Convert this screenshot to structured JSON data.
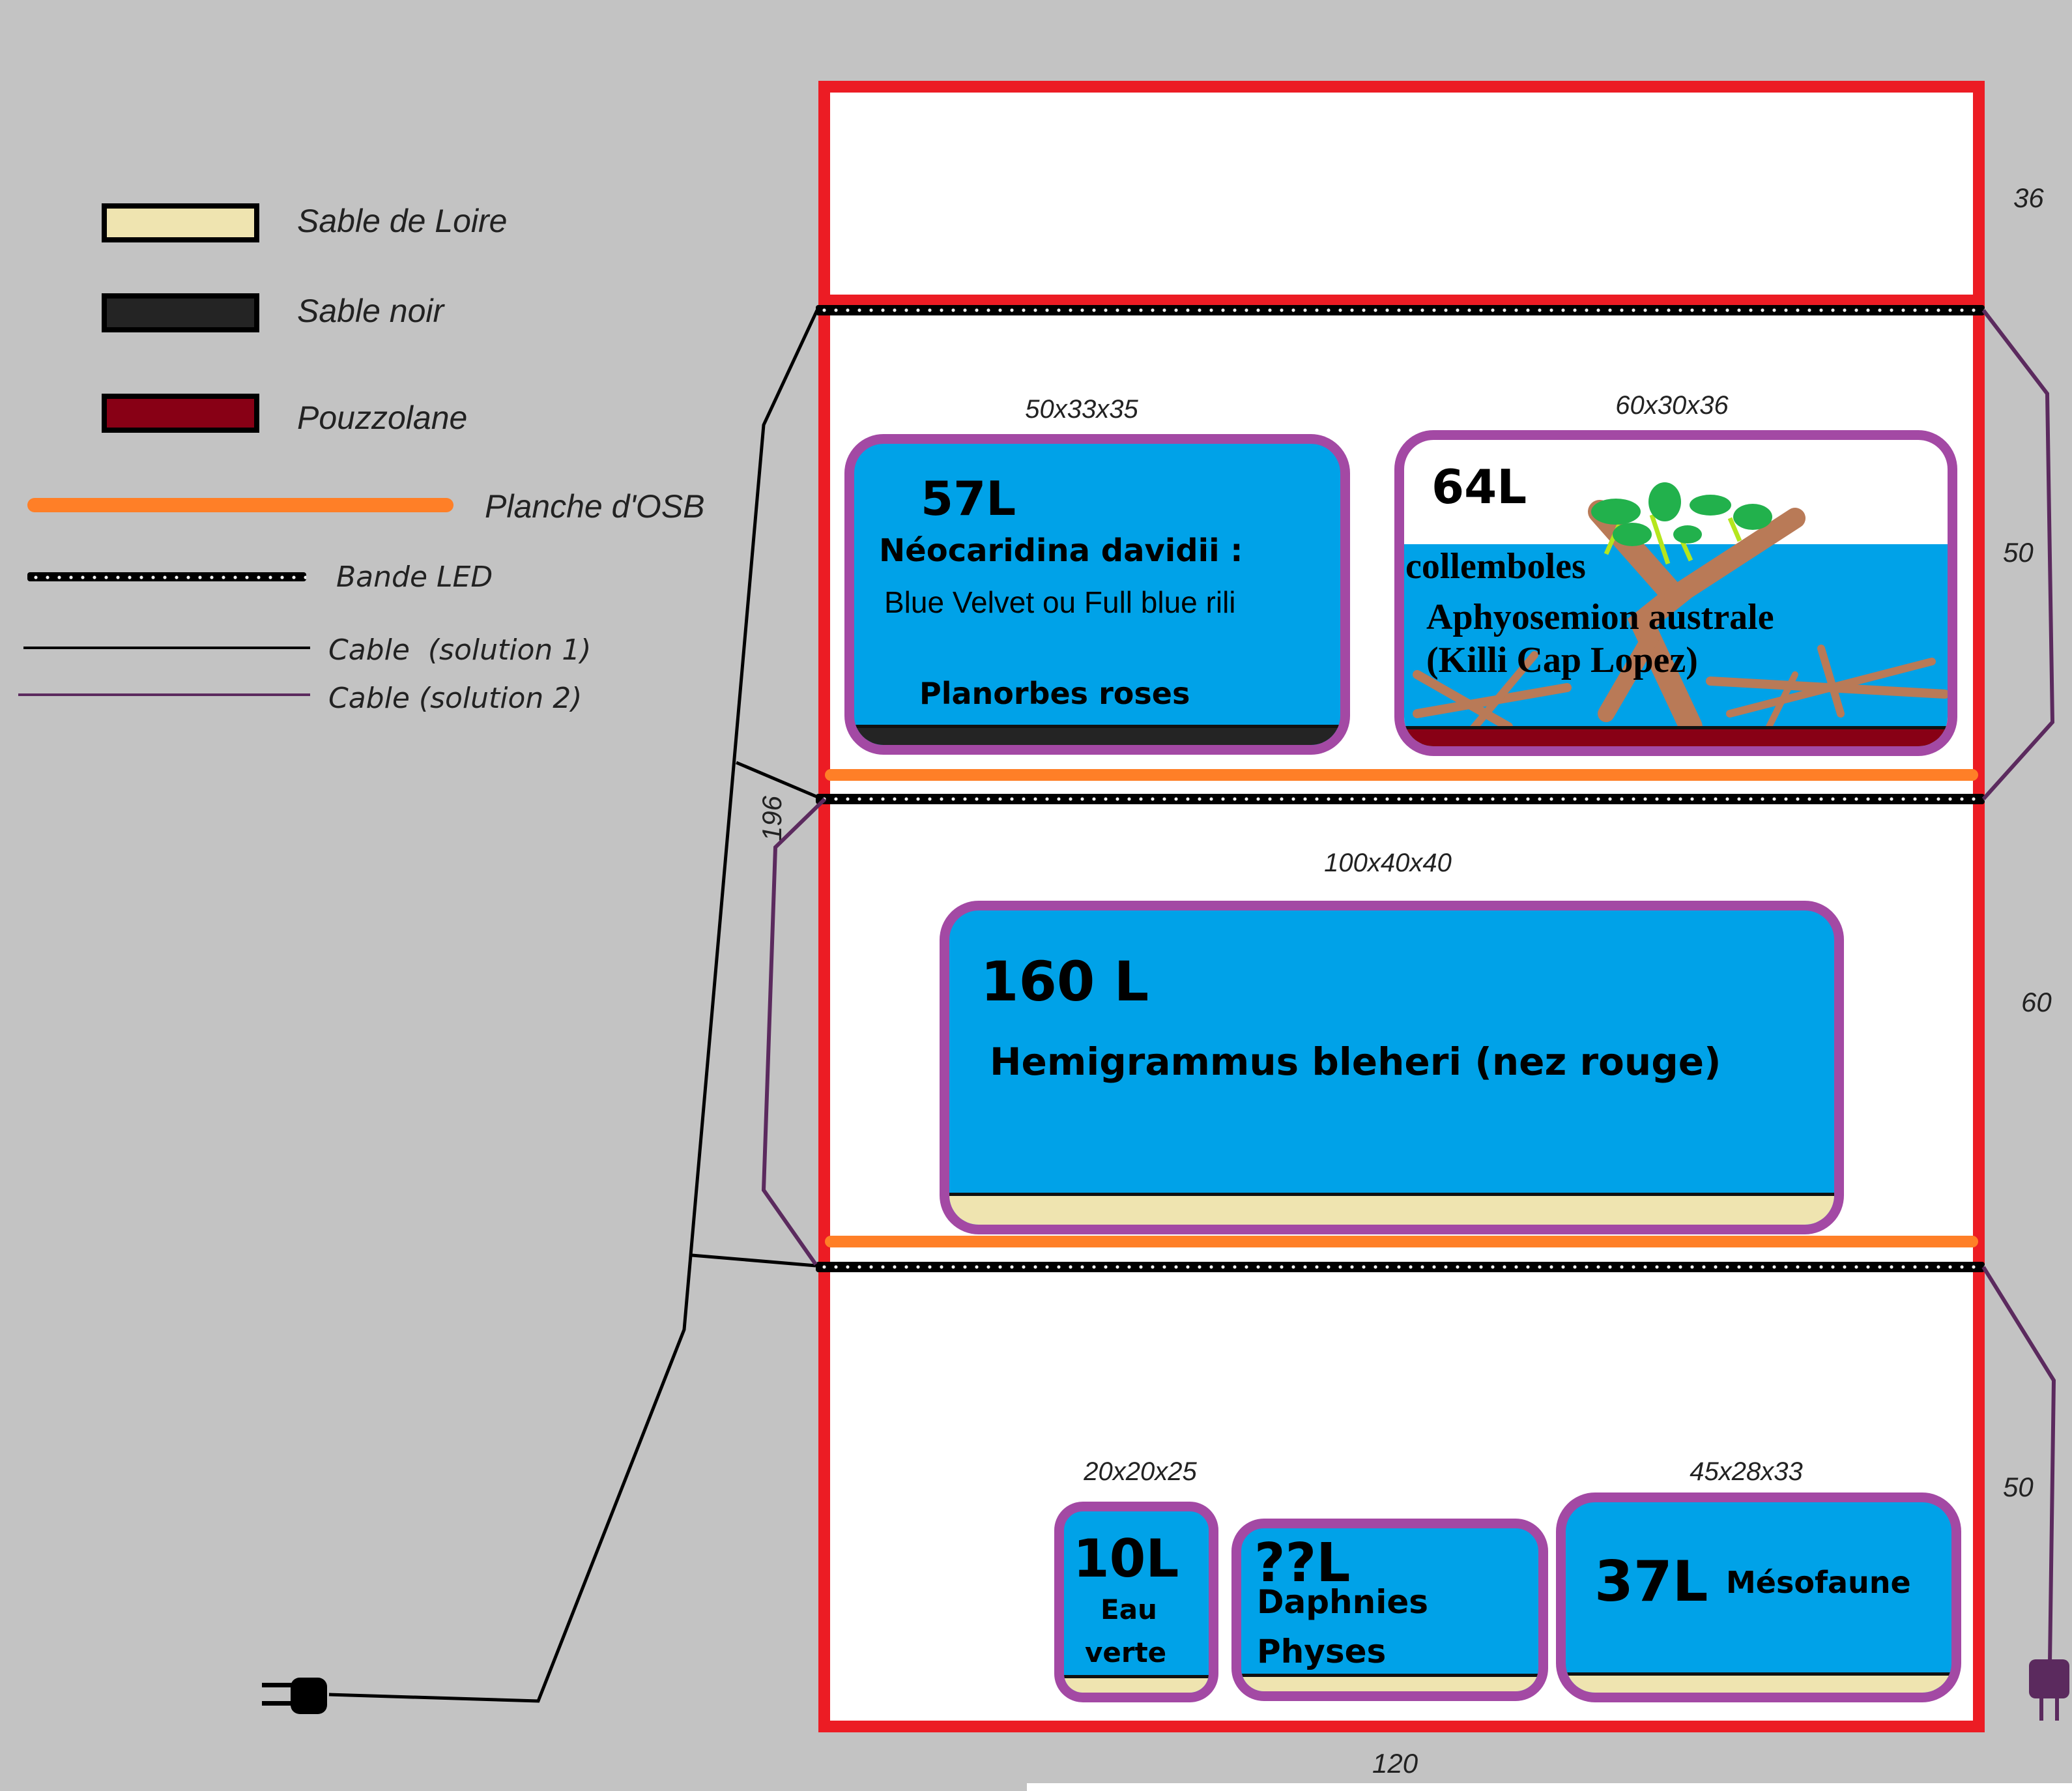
{
  "legend": {
    "items": [
      {
        "label": "Sable de Loire",
        "kind": "swatch",
        "color": "#efe4b0"
      },
      {
        "label": "Sable noir",
        "kind": "swatch",
        "color": "#242424"
      },
      {
        "label": "Pouzzolane",
        "kind": "swatch",
        "color": "#880015"
      },
      {
        "label": "Planche d'OSB",
        "kind": "line",
        "color": "#ff7f27"
      },
      {
        "label": "Bande LED",
        "kind": "led",
        "color": "#000000"
      },
      {
        "label": "Cable  (solution 1)",
        "kind": "line",
        "color": "#000000"
      },
      {
        "label": "Cable (solution 2)",
        "kind": "line",
        "color": "#5b2a5e"
      }
    ]
  },
  "dimensions": {
    "total_height": "196",
    "total_width": "120",
    "shelf_heights": [
      "36",
      "50",
      "60",
      "50"
    ]
  },
  "colors": {
    "frame": "#ec1c24",
    "tank_border": "#a349a4",
    "water": "#00a2e8",
    "osb": "#ff7f27",
    "cable1": "#000000",
    "cable2": "#5b2a5e",
    "wood": "#b97a57",
    "plant": "#22b14c",
    "stem": "#b5e61d"
  },
  "tanks": {
    "t57": {
      "size": "50x33x35",
      "volume": "57L",
      "line1": "Néocaridina davidii :",
      "line2": "Blue Velvet ou Full blue rili",
      "line3": "Planorbes roses",
      "substrate": "Sable noir"
    },
    "t64": {
      "size": "60x30x36",
      "volume": "64L",
      "line1": "collemboles",
      "line2": "Aphyosemion australe",
      "line3": "(Killi Cap Lopez)",
      "substrate": "Pouzzolane"
    },
    "t160": {
      "size": "100x40x40",
      "volume": "160 L",
      "line1": "Hemigrammus bleheri (nez rouge)",
      "substrate": "Sable de Loire"
    },
    "t10": {
      "size": "20x20x25",
      "volume": "10L",
      "line1": "Eau",
      "line2": "verte",
      "substrate": "Sable de Loire"
    },
    "tqq": {
      "size": "",
      "volume": "??L",
      "line1": "Daphnies",
      "line2": "Physes",
      "substrate": "Sable de Loire"
    },
    "t37": {
      "size": "45x28x33",
      "volume": "37L",
      "line1": "Mésofaune",
      "substrate": "Sable de Loire"
    }
  }
}
